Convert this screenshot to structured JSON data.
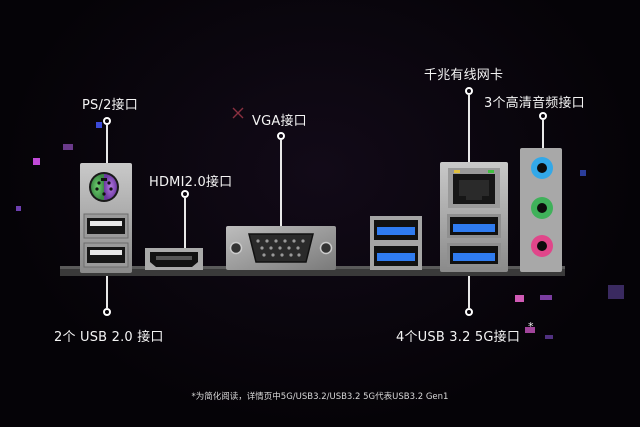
{
  "labels": {
    "ps2": "PS/2接口",
    "hdmi": "HDMI2.0接口",
    "vga": "VGA接口",
    "lan": "千兆有线网卡",
    "audio": "3个高清音频接口",
    "usb2": "2个 USB 2.0 接口",
    "usb3": "4个USB 3.2  5G接口",
    "asterisk": "*"
  },
  "footnote": "*为简化阅读，详情页中5G/USB3.2/USB3.2 5G代表USB3.2 Gen1",
  "colors": {
    "background": "#050307",
    "usb3_blue": "#2f7cf0",
    "audio_blue": "#33a8e8",
    "audio_green": "#3fb15a",
    "audio_pink": "#e0468a",
    "ps2_green": "#4fb05a",
    "ps2_purple": "#8f4fc9"
  }
}
